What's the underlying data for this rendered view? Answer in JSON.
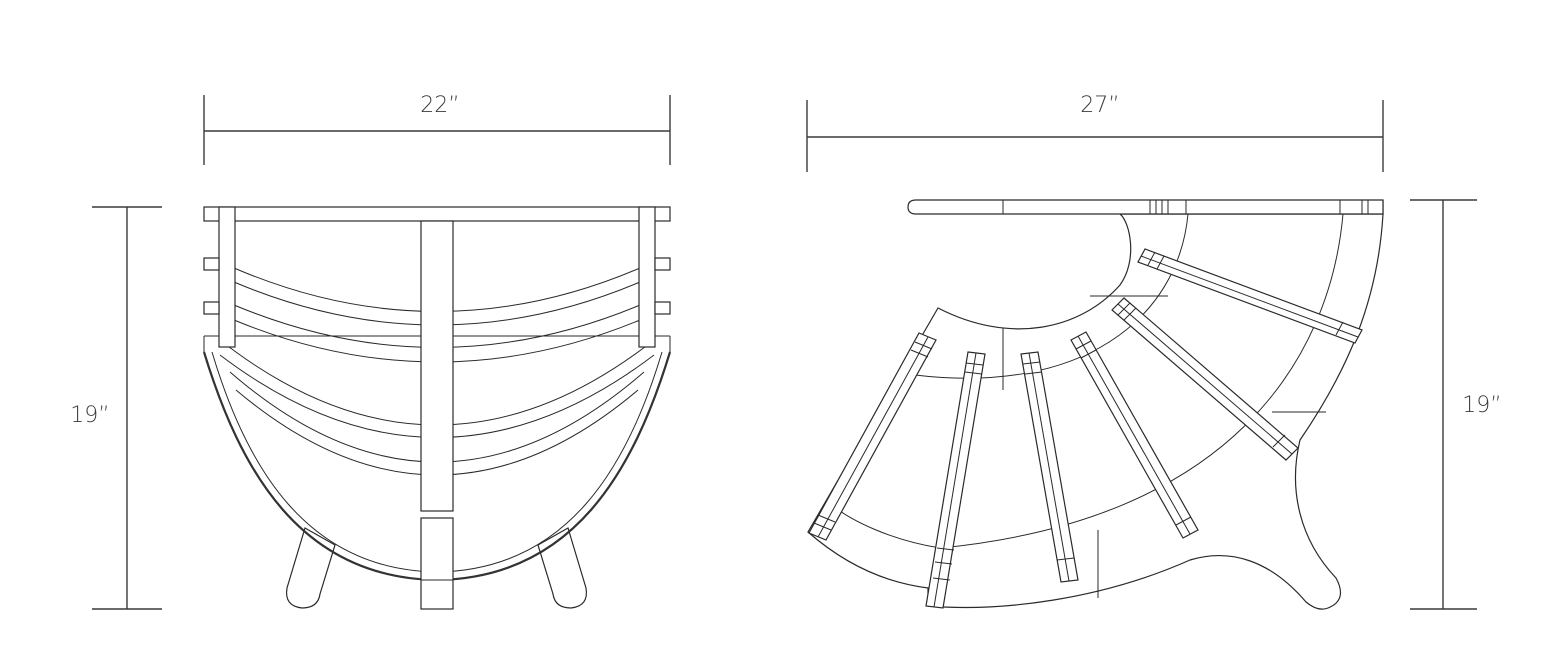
{
  "front_view": {
    "width_label": "22”",
    "height_label": "19”"
  },
  "side_view": {
    "width_label": "27”",
    "height_label": "19”"
  },
  "colors": {
    "line": "#2a2a2a",
    "background": "#ffffff"
  }
}
